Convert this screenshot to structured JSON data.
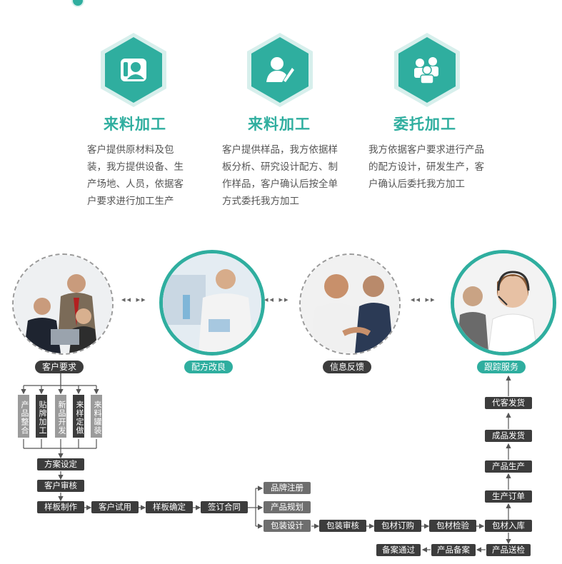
{
  "services": [
    {
      "title": "来料加工",
      "desc": "客户提供原材料及包装，我方提供设备、生产场地、人员，依据客户要求进行加工生产",
      "icon": "person-card-icon"
    },
    {
      "title": "来料加工",
      "desc": "客户提供样品，我方依据样板分析、研究设计配方、制作样品，客户确认后按全单方式委托我方加工",
      "icon": "person-pen-icon"
    },
    {
      "title": "委托加工",
      "desc": "我方依据客户要求进行产品的配方设计，研发生产，客户确认后委托我方加工",
      "icon": "people-group-icon"
    }
  ],
  "stages": [
    {
      "label": "客户要求",
      "style": "dark"
    },
    {
      "label": "配方改良",
      "style": "teal"
    },
    {
      "label": "信息反馈",
      "style": "dark"
    },
    {
      "label": "跟踪服务",
      "style": "teal"
    }
  ],
  "arrow_glyph": "◂◂ ▸▸",
  "options": [
    "产品整合",
    "贴牌加工",
    "新品开发",
    "来样定做",
    "来料罐装"
  ],
  "flow": {
    "plan": "方案设定",
    "review": "客户审核",
    "sample": "样板制作",
    "trial": "客户试用",
    "confirm": "样板确定",
    "contract": "签订合同",
    "brand": "品牌注册",
    "product_plan": "产品规划",
    "pack_design": "包装设计",
    "pack_review": "包装审核",
    "material_buy": "包材订购",
    "material_check": "包材检验",
    "material_in": "包材入库",
    "prod_order": "生产订单",
    "produce": "产品生产",
    "ship_goods": "成品发货",
    "agent_ship": "代客发货",
    "deliver_check": "产品送检",
    "record": "产品备案",
    "record_pass": "备案通过"
  }
}
